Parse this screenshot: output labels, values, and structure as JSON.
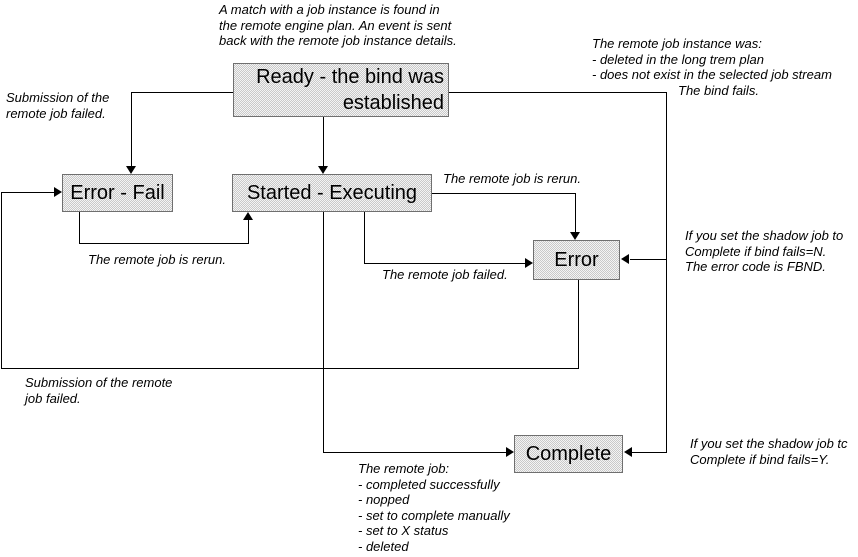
{
  "diagram": {
    "type": "state-flowchart",
    "colors": {
      "background": "#ffffff",
      "box_fill_dither": [
        "#c9c9c9",
        "#f4f4f4"
      ],
      "box_border": "#6f6f6f",
      "line": "#000000",
      "text": "#000000"
    },
    "states": {
      "ready": {
        "label": "Ready - the bind was\nestablished"
      },
      "error_fail": {
        "label": "Error - Fail"
      },
      "started": {
        "label": "Started - Executing"
      },
      "error": {
        "label": "Error"
      },
      "complete": {
        "label": "Complete"
      }
    },
    "annotations": {
      "match_note": "A match with a job instance is found in\nthe remote engine plan. An event is sent\nback with the remote job instance details.",
      "bind_fail_note_main": "The remote job instance was:\n- deleted in the long trem plan\n- does not exist in the selected job stream",
      "bind_fail_note_last": "The bind fails.",
      "submission_failed_top": "Submission of the\nremote job failed.",
      "rerun_right": "The remote job is rerun.",
      "rerun_left": "The remote job is rerun.",
      "job_failed": "The remote job failed.",
      "shadow_complete_n": "If you set the shadow job to\nComplete if bind fails=N.\nThe error code is FBND.",
      "submission_failed_bottom": "Submission of the remote\njob failed.",
      "shadow_complete_y": "If you set the shadow job tc\nComplete if bind fails=Y.",
      "complete_note": "The remote job:\n- completed successfully\n- nopped\n- set to complete manually\n- set to X status\n- deleted"
    }
  }
}
